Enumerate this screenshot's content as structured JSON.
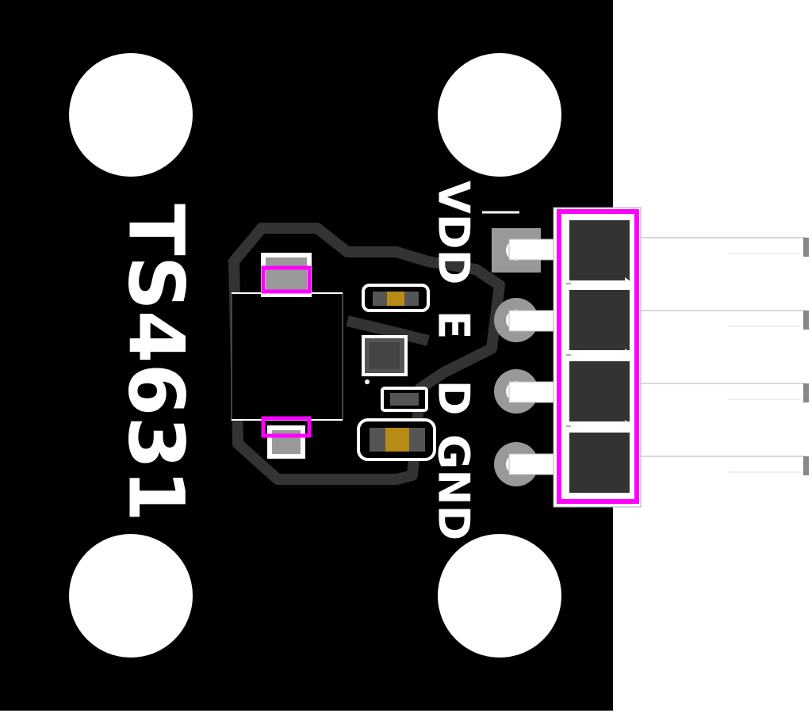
{
  "board": {
    "part_label": "TS4631",
    "pin_labels": [
      "VDD",
      "E",
      "D",
      "GND"
    ]
  },
  "colors": {
    "board": "#000000",
    "silkscreen": "#ffffff",
    "courtyard": "#ff00ff",
    "copper_outline": "#333333",
    "pad_gray": "#999999",
    "resistor_body": "#b88a16",
    "header_body": "#333333"
  },
  "parts": [
    "mounting-hole",
    "photodiode",
    "sensor-ic",
    "capacitor",
    "resistor",
    "pin-header-4"
  ]
}
